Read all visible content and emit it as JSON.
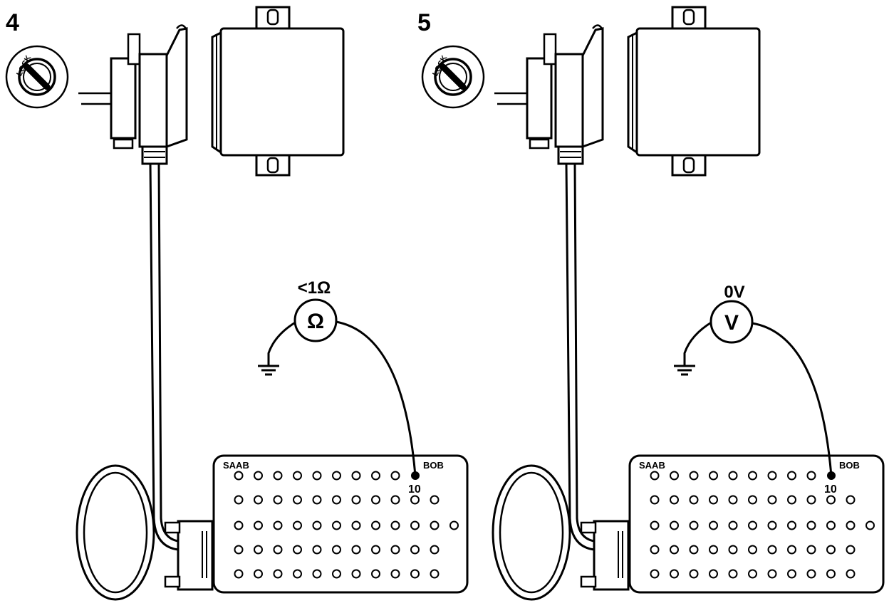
{
  "panels": [
    {
      "step": "4",
      "reading": "<1Ω",
      "meter_symbol": "Ω",
      "key_label": "LOCK",
      "box_brand": "SAAB",
      "box_model": "BOB",
      "pin_label": "10"
    },
    {
      "step": "5",
      "reading": "0V",
      "meter_symbol": "V",
      "key_label": "LOCK",
      "box_brand": "SAAB",
      "box_model": "BOB",
      "pin_label": "10"
    }
  ],
  "colors": {
    "ink": "#000000",
    "paper": "#ffffff"
  }
}
